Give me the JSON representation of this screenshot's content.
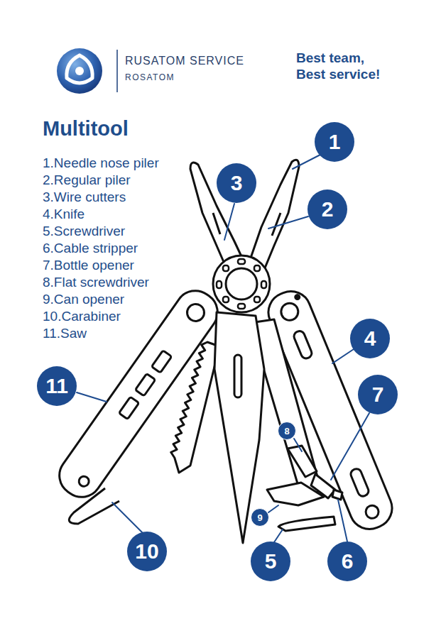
{
  "diagram": {
    "title": "Multitool",
    "nodes": [
      {
        "text": [
          "1"
        ]
      },
      {
        "text": [
          "3"
        ]
      },
      {
        "text": [
          "2"
        ]
      },
      {
        "text": [
          "4"
        ]
      },
      {
        "text": [
          "11"
        ]
      },
      {
        "text": [
          "7"
        ]
      },
      {
        "text": [
          "8"
        ]
      },
      {
        "text": [
          "9"
        ]
      },
      {
        "text": [
          "10"
        ]
      },
      {
        "text": [
          "5"
        ]
      },
      {
        "text": [
          "6"
        ]
      }
    ],
    "labels": [
      "RUSATOM SERVICE",
      "ROSATOM",
      "Best team, Best service!",
      "1.Needle nose piler",
      "2.Regular piler",
      "3.Wire cutters",
      "4.Knife",
      "5.Screwdriver",
      "6.Cable stripper",
      "7.Bottle opener",
      "8.Flat screwdriver",
      "9.Can opener",
      "10.Carabiner",
      "11.Saw"
    ]
  }
}
